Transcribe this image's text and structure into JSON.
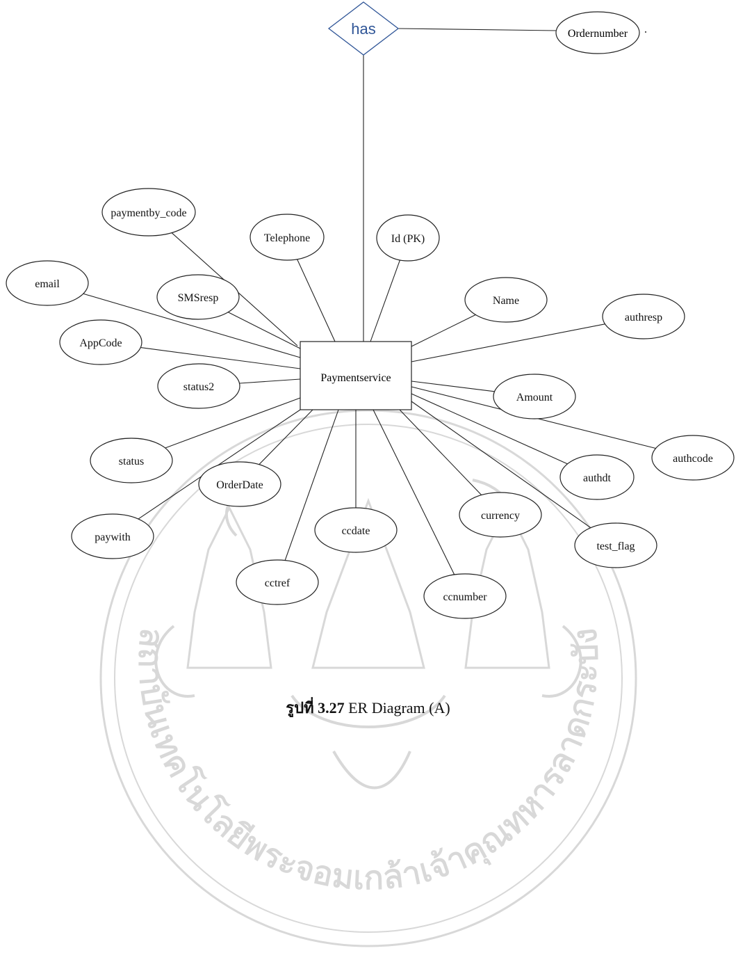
{
  "relationship": {
    "label": "has",
    "label_color": "#2f5597"
  },
  "relationship_attribute": {
    "label": "Ordernumber"
  },
  "entity": {
    "label": "Paymentservice"
  },
  "attributes": [
    {
      "key": "paymentby_code",
      "label": "paymentby_code"
    },
    {
      "key": "telephone",
      "label": "Telephone"
    },
    {
      "key": "id",
      "label": "Id (PK)"
    },
    {
      "key": "email",
      "label": "email"
    },
    {
      "key": "smsresp",
      "label": "SMSresp"
    },
    {
      "key": "name",
      "label": "Name"
    },
    {
      "key": "authresp",
      "label": "authresp"
    },
    {
      "key": "appcode",
      "label": "AppCode"
    },
    {
      "key": "status2",
      "label": "status2"
    },
    {
      "key": "amount",
      "label": "Amount"
    },
    {
      "key": "authcode",
      "label": "authcode"
    },
    {
      "key": "status",
      "label": "status"
    },
    {
      "key": "orderdate",
      "label": "OrderDate"
    },
    {
      "key": "authdt",
      "label": "authdt"
    },
    {
      "key": "currency",
      "label": "currency"
    },
    {
      "key": "paywith",
      "label": "paywith"
    },
    {
      "key": "ccdate",
      "label": "ccdate"
    },
    {
      "key": "test_flag",
      "label": "test_flag"
    },
    {
      "key": "cctref",
      "label": "cctref"
    },
    {
      "key": "ccnumber",
      "label": "ccnumber"
    }
  ],
  "caption": {
    "prefix": "รูปที่",
    "number": "3.27",
    "text": "ER Diagram (A)"
  },
  "watermark": {
    "text": "สถาบันเทคโนโลยีพระจอมเกล้าเจ้าคุณทหารลาดกระบัง",
    "color": "#d8d8d8"
  }
}
